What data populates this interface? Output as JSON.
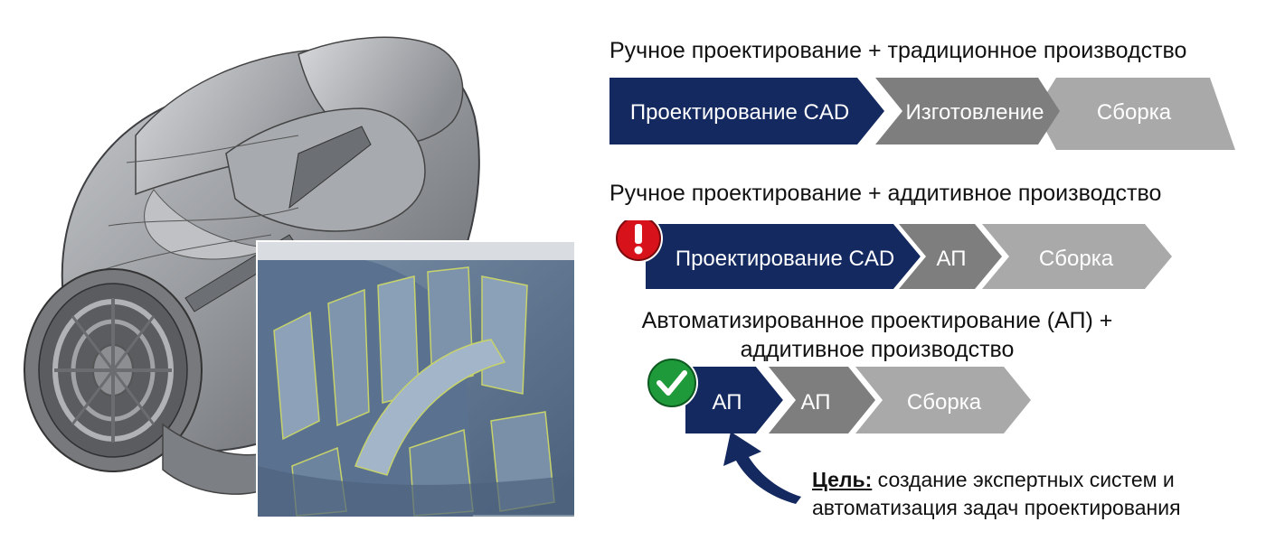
{
  "rows": [
    {
      "title": "Ручное проектирование + традиционное производство",
      "steps": [
        "Проектирование CAD",
        "Изготовление",
        "Сборка"
      ],
      "badge": "none"
    },
    {
      "title": "Ручное проектирование + аддитивное производство",
      "steps": [
        "Проектирование CAD",
        "АП",
        "Сборка"
      ],
      "badge": "warning"
    },
    {
      "title_line1": "Автоматизированное проектирование (АП) +",
      "title_line2": "аддитивное производство",
      "steps": [
        "АП",
        "АП",
        "Сборка"
      ],
      "badge": "check"
    }
  ],
  "goal": {
    "label": "Цель:",
    "line1": " создание экспертных систем и",
    "line2": "автоматизация задач проектирования"
  },
  "colors": {
    "navy": "#13295f",
    "dark_gray": "#7e7e7e",
    "light_gray": "#a9a9a9",
    "warning_red": "#d8121b",
    "check_green": "#1f9a3a",
    "arrow_navy": "#13295f",
    "part_gray": "#8d8f93",
    "inset_blue": "#5f7894"
  },
  "icons": [
    "exclamation-icon",
    "checkmark-icon",
    "curved-arrow-icon"
  ],
  "images": [
    "cad-part-render",
    "lattice-inset-render"
  ]
}
